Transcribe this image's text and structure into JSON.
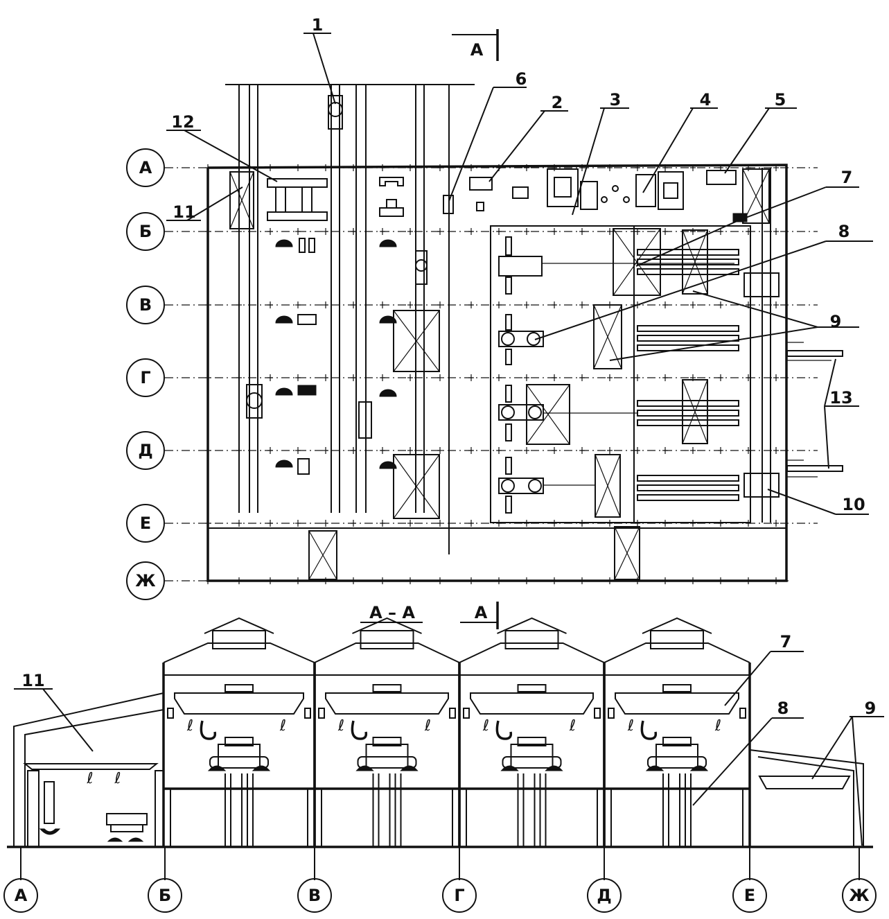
{
  "plan": {
    "rows": [
      {
        "id": "row-a",
        "label": "А"
      },
      {
        "id": "row-b",
        "label": "Б"
      },
      {
        "id": "row-v",
        "label": "В"
      },
      {
        "id": "row-g",
        "label": "Г"
      },
      {
        "id": "row-d",
        "label": "Д"
      },
      {
        "id": "row-e",
        "label": "Е"
      },
      {
        "id": "row-zh",
        "label": "Ж"
      }
    ],
    "callouts": [
      "1",
      "2",
      "3",
      "4",
      "5",
      "6",
      "7",
      "8",
      "9",
      "10",
      "11",
      "12",
      "13"
    ],
    "section_mark": "А"
  },
  "section": {
    "title": "А – А",
    "mark": "А",
    "columns": [
      {
        "id": "col-a",
        "label": "А"
      },
      {
        "id": "col-b",
        "label": "Б"
      },
      {
        "id": "col-v",
        "label": "В"
      },
      {
        "id": "col-g",
        "label": "Г"
      },
      {
        "id": "col-d",
        "label": "Д"
      },
      {
        "id": "col-e",
        "label": "Е"
      },
      {
        "id": "col-zh",
        "label": "Ж"
      }
    ],
    "callouts": {
      "c7": "7",
      "c8": "8",
      "c9": "9",
      "c11": "11"
    }
  }
}
